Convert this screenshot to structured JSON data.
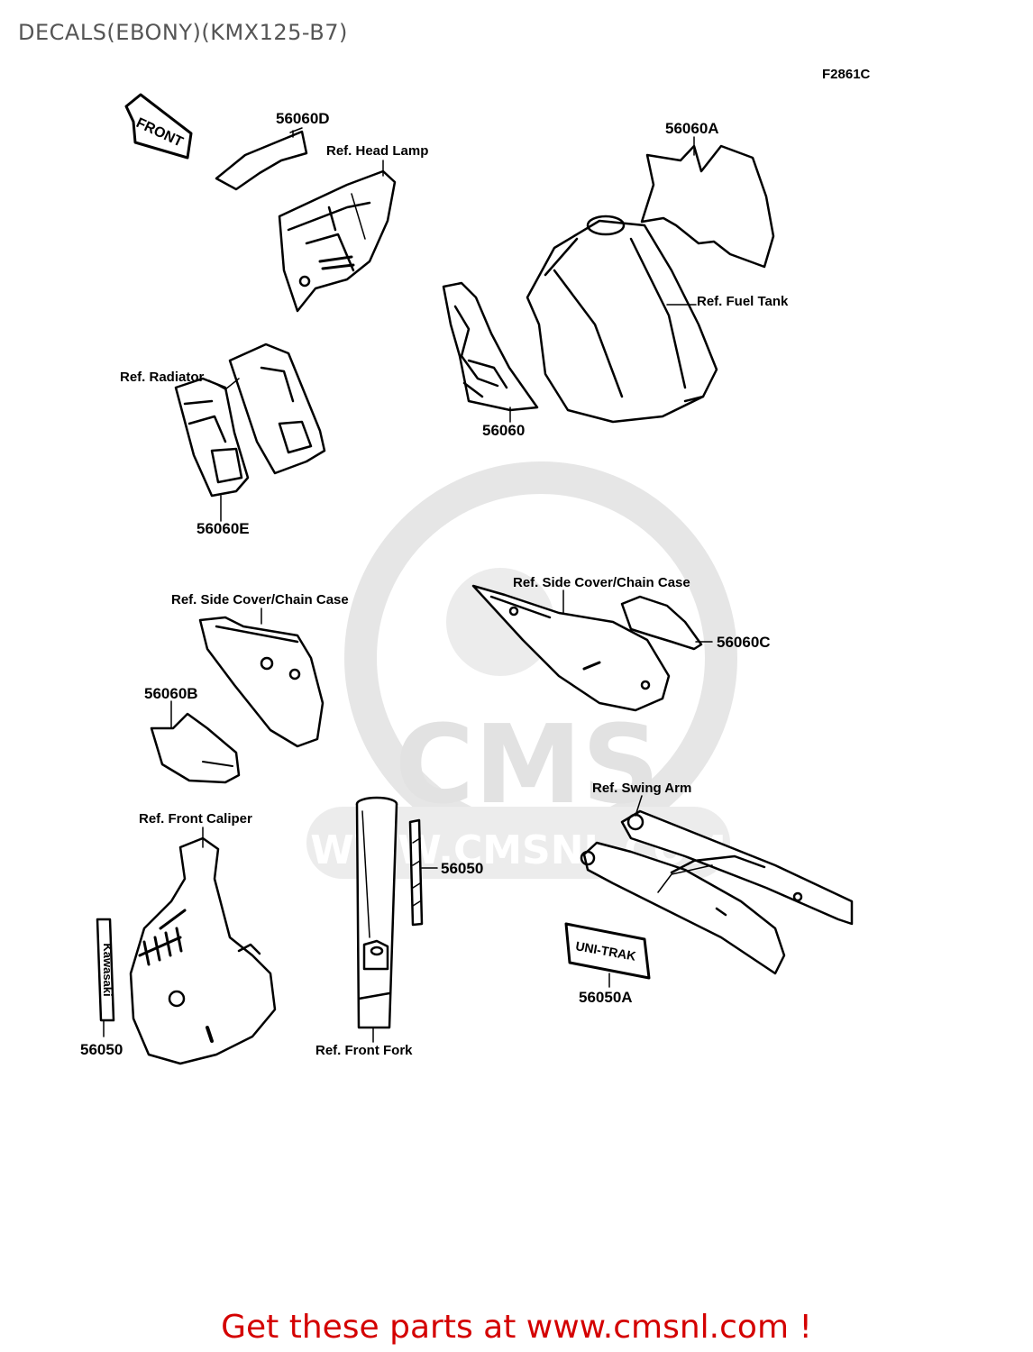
{
  "page": {
    "title": "DECALS(EBONY)(KMX125-B7)",
    "figure_code": "F2861C"
  },
  "watermark": {
    "brand": "CMS",
    "url_text": "WWW.CMSNL.COM"
  },
  "decals": {
    "front": "FRONT",
    "kawasaki": "Kawasaki",
    "uni_trak": "UNI-TRAK"
  },
  "callouts": {
    "p56060D": "56060D",
    "ref_head_lamp": "Ref. Head Lamp",
    "p56060A": "56060A",
    "ref_fuel_tank": "Ref. Fuel Tank",
    "ref_radiator": "Ref. Radiator",
    "p56060": "56060",
    "p56060E": "56060E",
    "ref_side_cover_left": "Ref. Side Cover/Chain Case",
    "ref_side_cover_right": "Ref. Side Cover/Chain Case",
    "p56060C": "56060C",
    "p56060B": "56060B",
    "ref_swing_arm": "Ref. Swing Arm",
    "ref_front_caliper": "Ref. Front Caliper",
    "p56050_fork": "56050",
    "p56050_caliper": "56050",
    "ref_front_fork": "Ref. Front Fork",
    "p56050A": "56050A"
  },
  "footer": {
    "text": "Get these parts at www.cmsnl.com !"
  },
  "colors": {
    "footer": "#d40000",
    "watermark": "#e6e6e6",
    "title": "#555555",
    "line": "#000000"
  }
}
